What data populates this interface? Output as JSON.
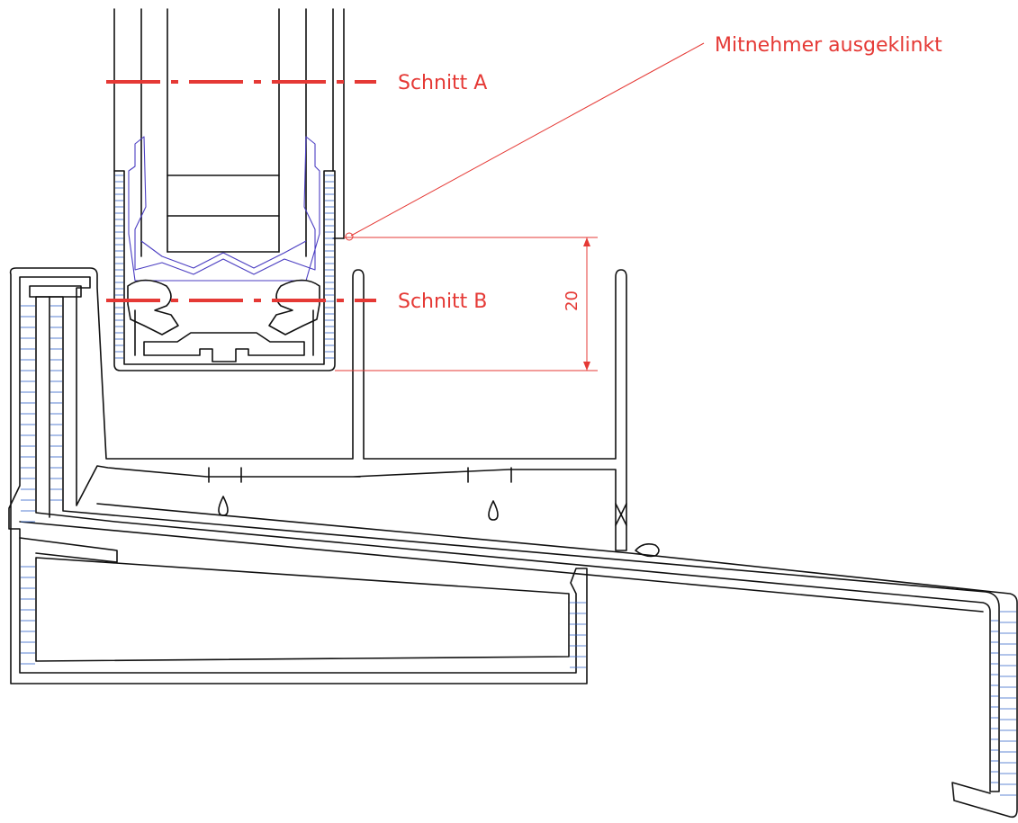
{
  "annotations": {
    "cut_a": "Schnitt A",
    "cut_b": "Schnitt B",
    "callout": "Mitnehmer ausgeklinkt",
    "dimension": "20"
  },
  "colors": {
    "annotation": "#e53935",
    "outline": "#111111",
    "hatch": "#2f63c8",
    "gasket": "#4b3ec2"
  }
}
